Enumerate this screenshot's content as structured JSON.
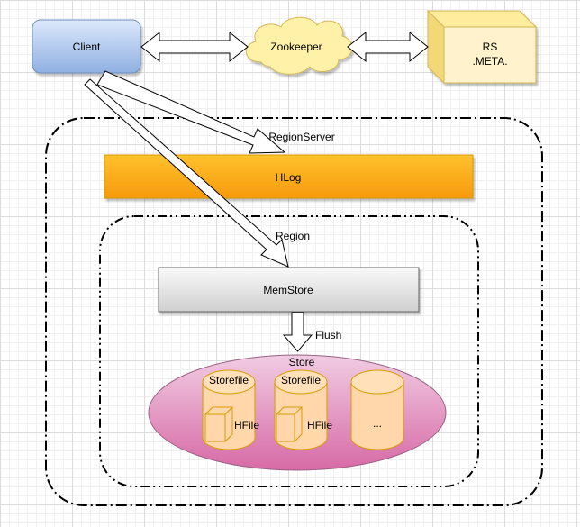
{
  "nodes": {
    "client": "Client",
    "zookeeper": "Zookeeper",
    "rs_meta_line1": "RS",
    "rs_meta_line2": ".META.",
    "region_server": "RegionServer",
    "hlog": "HLog",
    "region": "Region",
    "memstore": "MemStore",
    "flush": "Flush",
    "store": "Store",
    "storefile_1": "Storefile",
    "storefile_2": "Storefile",
    "hfile_1": "HFile",
    "hfile_2": "HFile",
    "ellipsis": "..."
  },
  "colors": {
    "client_fill": "#9ebbe6",
    "client_stroke": "#6c8ebf",
    "cloud_fill": "#fff2a8",
    "cloud_stroke": "#d6b656",
    "cube_fill": "#fff2cc",
    "hlog_fill": "#fcaa13",
    "memstore_fill": "#e2e2e2",
    "store_fill": "#e6a4c8",
    "storefile_fill": "#ffd7aa",
    "storefile_stroke": "#d79b00"
  }
}
